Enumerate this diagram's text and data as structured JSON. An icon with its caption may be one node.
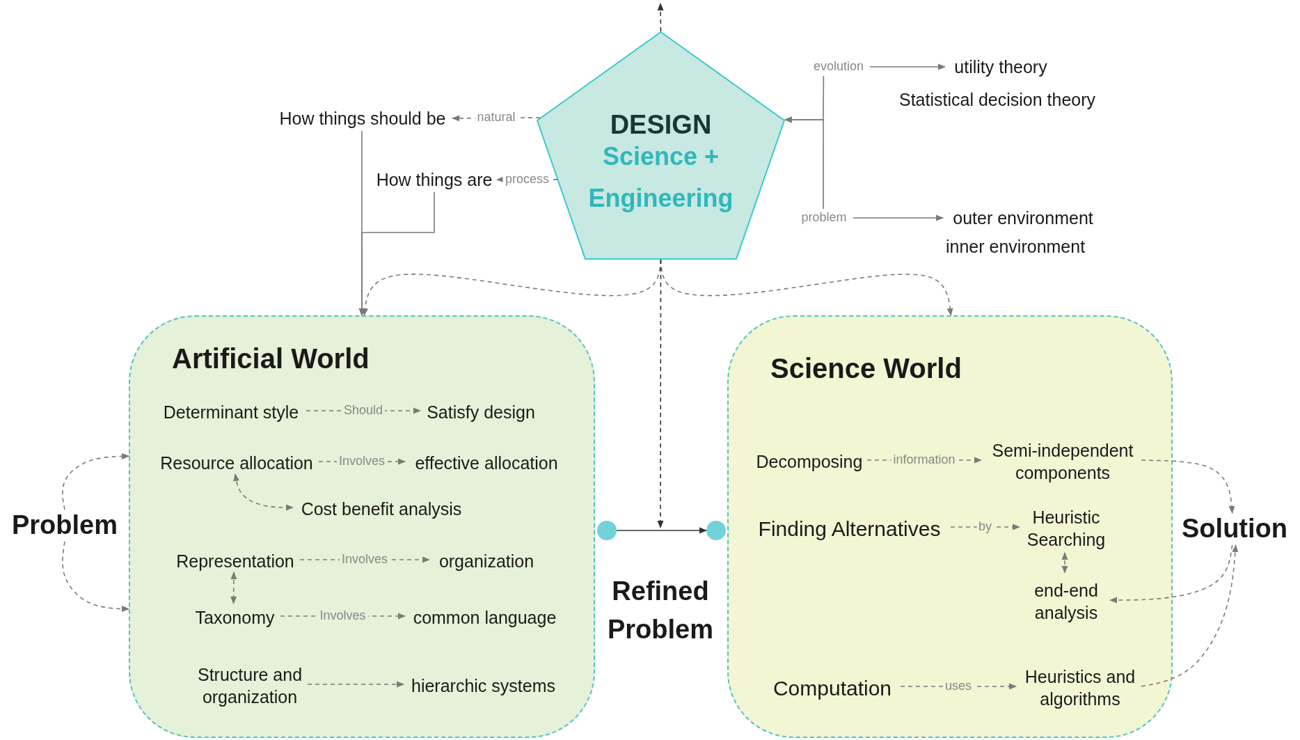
{
  "diagram": {
    "nodes": [
      {
        "text": [
          "DESIGN",
          "Science + Engineering"
        ]
      },
      {
        "text": [
          "How things should be"
        ]
      },
      {
        "text": [
          "How things are"
        ]
      },
      {
        "text": [
          "evolution"
        ]
      },
      {
        "text": [
          "utility theory"
        ]
      },
      {
        "text": [
          "problem"
        ]
      },
      {
        "text": [
          "outer environment"
        ]
      },
      {
        "text": [
          "Artificial World"
        ]
      },
      {
        "text": [
          "Science World"
        ]
      },
      {
        "text": [
          "Determinant style"
        ],
        "in": 7
      },
      {
        "text": [
          "Satisfy design"
        ],
        "in": 7
      },
      {
        "text": [
          "Resource allocation"
        ],
        "in": 7
      },
      {
        "text": [
          "effective allocation"
        ],
        "in": 7
      },
      {
        "text": [
          "Cost benefit analysis"
        ],
        "in": 7
      },
      {
        "text": [
          "Representation"
        ],
        "in": 7
      },
      {
        "text": [
          "organization"
        ],
        "in": 7
      },
      {
        "text": [
          "Taxonomy"
        ],
        "in": 7
      },
      {
        "text": [
          "common language"
        ],
        "in": 7
      },
      {
        "text": [
          "Structure and organization"
        ],
        "in": 7
      },
      {
        "text": [
          "hierarchic systems"
        ],
        "in": 7
      },
      {
        "text": [
          "Decomposing"
        ],
        "in": 8
      },
      {
        "text": [
          "Semi-independent components"
        ],
        "in": 8
      },
      {
        "text": [
          "Finding Alternatives"
        ],
        "in": 8
      },
      {
        "text": [
          "Heuristic Searching"
        ],
        "in": 8
      },
      {
        "text": [
          "end-end analysis"
        ],
        "in": 8
      },
      {
        "text": [
          "Computation"
        ],
        "in": 8
      },
      {
        "text": [
          "Heuristics and algorithms"
        ],
        "in": 8
      },
      {
        "text": [
          "Problem"
        ]
      },
      {
        "text": [
          "Solution"
        ]
      },
      {
        "text": [],
        "shape": "circle"
      },
      {
        "text": [],
        "shape": "circle"
      }
    ],
    "edges": [
      {
        "from": 0,
        "to": null,
        "arrow": "to",
        "style": "dashed",
        "color": "#333333"
      },
      {
        "from": 0,
        "to": 1,
        "arrow": "to",
        "label": "natural",
        "style": "dashed"
      },
      {
        "from": 0,
        "to": 2,
        "arrow": "to",
        "label": "process",
        "style": "dashed"
      },
      {
        "from": 3,
        "to": 0,
        "arrow": "to"
      },
      {
        "from": 5,
        "to": 0,
        "arrow": "to"
      },
      {
        "from": 3,
        "to": 4,
        "arrow": "to"
      },
      {
        "from": 5,
        "to": 6,
        "arrow": "to"
      },
      {
        "from": 1,
        "to": 7,
        "arrow": "to"
      },
      {
        "from": 2,
        "to": 7,
        "arrow": "to"
      },
      {
        "from": 0,
        "to": 7,
        "arrow": "to",
        "style": "dashed"
      },
      {
        "from": 0,
        "to": 8,
        "arrow": "to",
        "style": "dashed"
      },
      {
        "from": 0,
        "to": null,
        "arrow": "to",
        "style": "dashed",
        "color": "#333333"
      },
      {
        "from": 29,
        "to": 30,
        "arrow": "to",
        "color": "#333333"
      },
      {
        "from": 9,
        "to": 10,
        "arrow": "to",
        "label": "Should",
        "style": "dashed"
      },
      {
        "from": 11,
        "to": 12,
        "arrow": "to",
        "label": "Involves",
        "style": "dashed"
      },
      {
        "from": 11,
        "to": 13,
        "arrow": "both",
        "style": "dashed"
      },
      {
        "from": 14,
        "to": 15,
        "arrow": "to",
        "label": "Involves",
        "style": "dashed"
      },
      {
        "from": 14,
        "to": 16,
        "arrow": "both",
        "style": "dashed"
      },
      {
        "from": 16,
        "to": 17,
        "arrow": "to",
        "label": "Involves",
        "style": "dashed"
      },
      {
        "from": 18,
        "to": 19,
        "arrow": "to",
        "style": "dashed"
      },
      {
        "from": 20,
        "to": 21,
        "arrow": "to",
        "label": "information",
        "style": "dashed"
      },
      {
        "from": 22,
        "to": 23,
        "arrow": "to",
        "label": "by",
        "style": "dashed"
      },
      {
        "from": 23,
        "to": 24,
        "arrow": "both",
        "style": "dashed"
      },
      {
        "from": 25,
        "to": 26,
        "arrow": "to",
        "label": "uses",
        "style": "dashed"
      },
      {
        "from": 27,
        "to": 7,
        "arrow": "to",
        "style": "dashed"
      },
      {
        "from": 27,
        "to": 7,
        "arrow": "to",
        "style": "dashed"
      },
      {
        "from": 21,
        "to": 28,
        "arrow": "to",
        "style": "dashed"
      },
      {
        "from": 28,
        "to": 24,
        "arrow": "to",
        "style": "dashed"
      },
      {
        "from": 26,
        "to": 28,
        "arrow": "to",
        "style": "dashed"
      }
    ],
    "labels": [
      "Statistical decision theory",
      "inner environment",
      "Refined Problem"
    ]
  }
}
